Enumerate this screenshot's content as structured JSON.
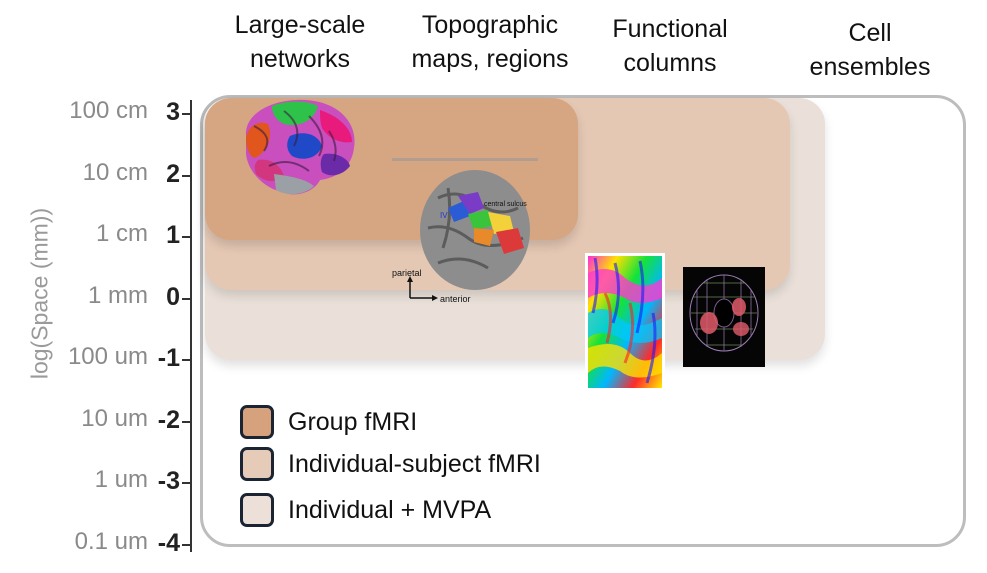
{
  "columns": [
    "Large-scale networks",
    "Topographic maps, regions",
    "Functional columns",
    "Cell ensembles"
  ],
  "y_axis": {
    "title": "log(Space (mm))",
    "ticks": [
      {
        "value": "3",
        "unit": "100 cm"
      },
      {
        "value": "2",
        "unit": "10 cm"
      },
      {
        "value": "1",
        "unit": "1 cm"
      },
      {
        "value": "0",
        "unit": "1 mm"
      },
      {
        "value": "-1",
        "unit": "100 um"
      },
      {
        "value": "-2",
        "unit": "10 um"
      },
      {
        "value": "-3",
        "unit": "1 um"
      },
      {
        "value": "-4",
        "unit": "0.1 um"
      }
    ]
  },
  "map_labels": {
    "iv": "IV",
    "central_sulcus": "central sulcus",
    "parietal": "parietal",
    "anterior": "anterior"
  },
  "legend": [
    {
      "label": "Group fMRI",
      "color": "#d6a27e"
    },
    {
      "label": "Individual-subject fMRI",
      "color": "#e6cbb8"
    },
    {
      "label": "Individual + MVPA",
      "color": "#ece0d8"
    }
  ]
}
